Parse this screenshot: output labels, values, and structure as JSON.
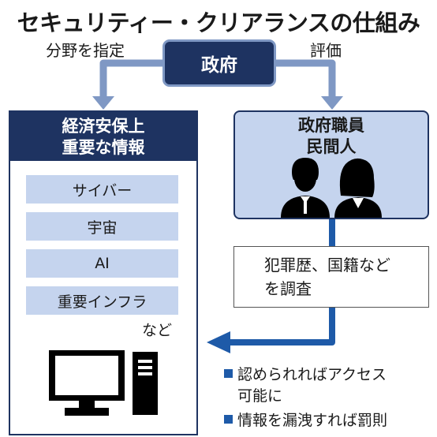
{
  "title": "セキュリティー・クリアランスの仕組み",
  "flow": {
    "label_left": "分野を指定",
    "label_right": "評価",
    "government": "政府"
  },
  "info_box": {
    "header_line1": "経済安保上",
    "header_line2": "重要な情報",
    "items": [
      "サイバー",
      "宇宙",
      "AI",
      "重要インフラ"
    ],
    "etc": "など",
    "icon": "computer-icon"
  },
  "people_box": {
    "line1": "政府職員",
    "line2": "民間人",
    "icon": "people-icon"
  },
  "investigation": {
    "line1": "犯罪歴、国籍など",
    "line2": "を調査"
  },
  "notes": {
    "note1_line1": "認められればアクセス",
    "note1_line2": "可能に",
    "note2": "情報を漏洩すれば罰則"
  },
  "colors": {
    "navy": "#1e3361",
    "light_blue": "#c5d4ee",
    "arrow_blue": "#1e5aa8"
  }
}
